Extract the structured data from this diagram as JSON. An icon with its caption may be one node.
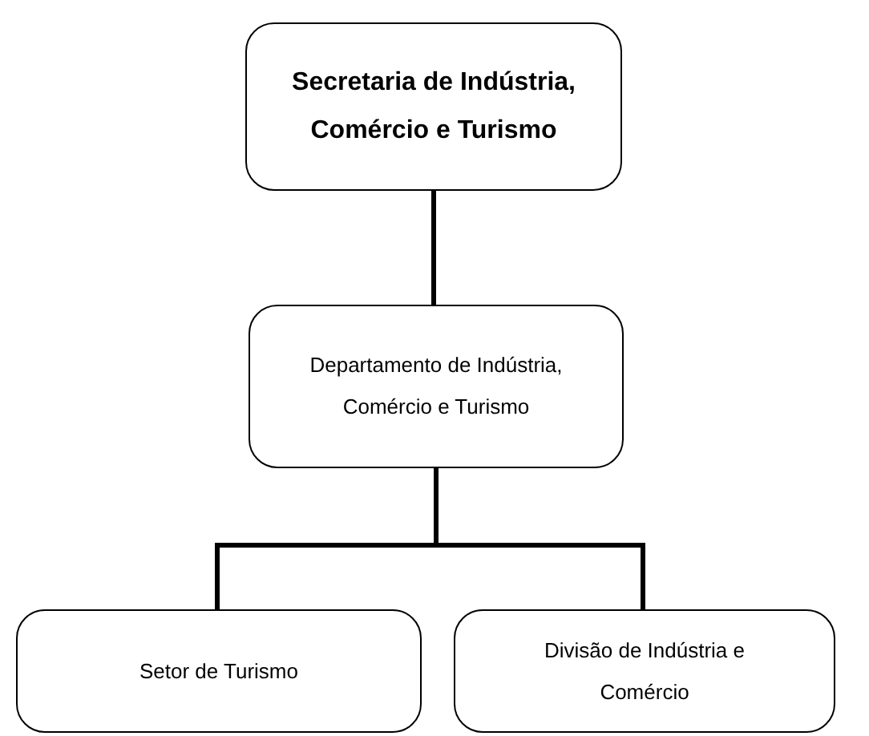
{
  "diagram": {
    "nodes": [
      {
        "text": [
          "Secretaria de Indústria, Comércio e Turismo"
        ]
      },
      {
        "text": [
          "Departamento de Indústria, Comércio e Turismo"
        ]
      },
      {
        "text": [
          "Setor de Turismo"
        ]
      },
      {
        "text": [
          "Divisão de Indústria e Comércio"
        ]
      }
    ],
    "edges": [
      {
        "from": 0,
        "to": 1,
        "arrow": "none"
      },
      {
        "from": 1,
        "to": 2,
        "arrow": "none"
      },
      {
        "from": 1,
        "to": 3,
        "arrow": "none"
      }
    ]
  }
}
